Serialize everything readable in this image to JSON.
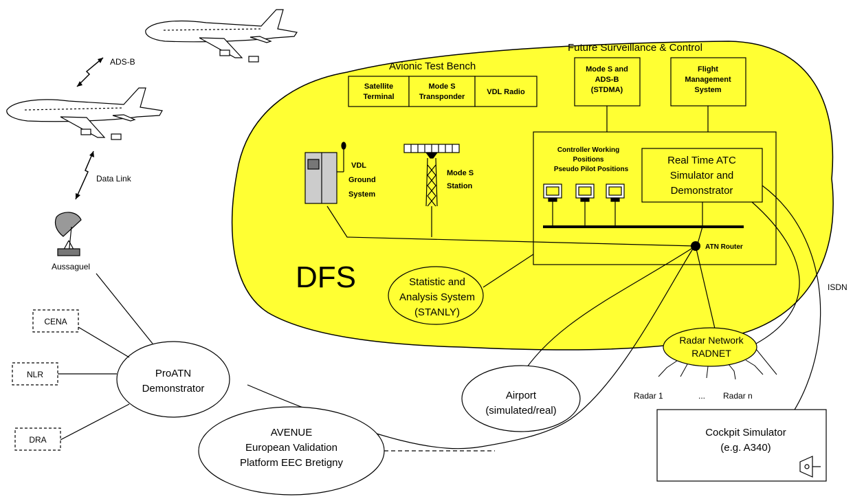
{
  "colors": {
    "region_fill": "#ffff33",
    "line": "#000000",
    "background": "#ffffff"
  },
  "labels": {
    "ads_b": "ADS-B",
    "data_link": "Data Link",
    "aussaguel": "Aussaguel",
    "future_surveillance": "Future Surveillance & Control",
    "avionic_test_bench": "Avionic Test Bench",
    "satellite_terminal": [
      "Satellite",
      "Terminal"
    ],
    "mode_s_transponder": [
      "Mode S",
      "Transponder"
    ],
    "vdl_radio": "VDL Radio",
    "mode_s_ads_b": [
      "Mode S and",
      "ADS-B",
      "(STDMA)"
    ],
    "flight_management": [
      "Flight",
      "Management",
      "System"
    ],
    "controller_positions": [
      "Controller Working",
      "Positions",
      "Pseudo Pilot Positions"
    ],
    "real_time_atc": [
      "Real Time ATC",
      "Simulator and",
      "Demonstrator"
    ],
    "vdl_ground": [
      "VDL",
      "Ground",
      "System"
    ],
    "mode_s_station": [
      "Mode S",
      "Station"
    ],
    "atn_router": "ATN Router",
    "dfs": "DFS",
    "stanly": [
      "Statistic and",
      "Analysis System",
      "(STANLY)"
    ],
    "isdn": "ISDN",
    "radnet": [
      "Radar Network",
      "RADNET"
    ],
    "radar_1": "Radar 1",
    "radar_dots": "...",
    "radar_n": "Radar n",
    "cena": "CENA",
    "nlr": "NLR",
    "dra": "DRA",
    "proatn": [
      "ProATN",
      "Demonstrator"
    ],
    "airport": [
      "Airport",
      "(simulated/real)"
    ],
    "avenue": [
      "AVENUE",
      "European Validation",
      "Platform EEC Bretigny"
    ],
    "cockpit": [
      "Cockpit Simulator",
      "(e.g. A340)"
    ]
  }
}
